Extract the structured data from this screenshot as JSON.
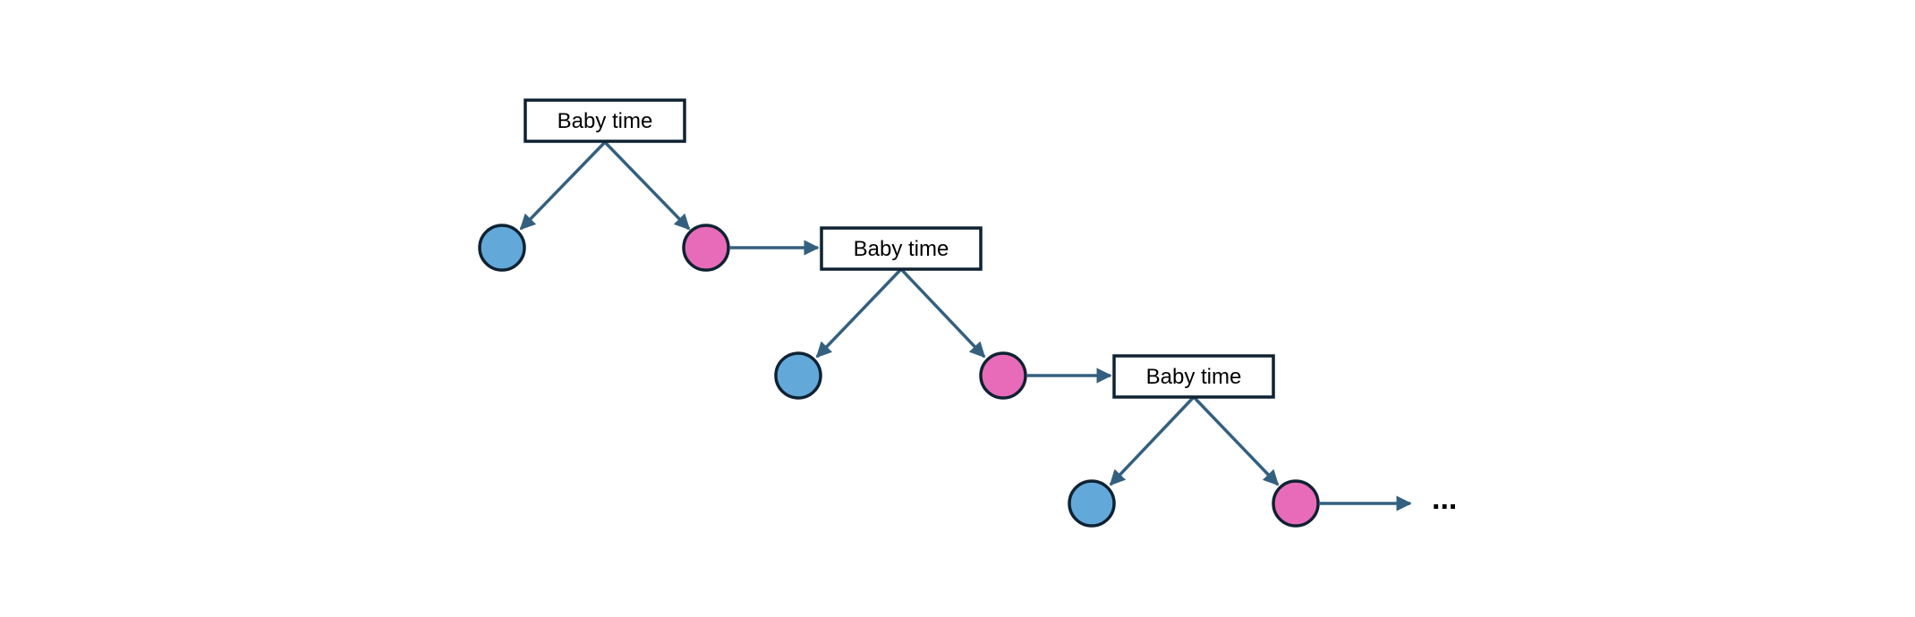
{
  "diagram": {
    "stages": [
      {
        "label": "Baby time",
        "left_child": "blue",
        "right_child": "pink"
      },
      {
        "label": "Baby time",
        "left_child": "blue",
        "right_child": "pink"
      },
      {
        "label": "Baby time",
        "left_child": "blue",
        "right_child": "pink"
      }
    ],
    "continuation": "...",
    "colors": {
      "blue": "#62a9da",
      "pink": "#e86bb9",
      "arrow": "#34607f",
      "outline": "#0f2232"
    }
  }
}
